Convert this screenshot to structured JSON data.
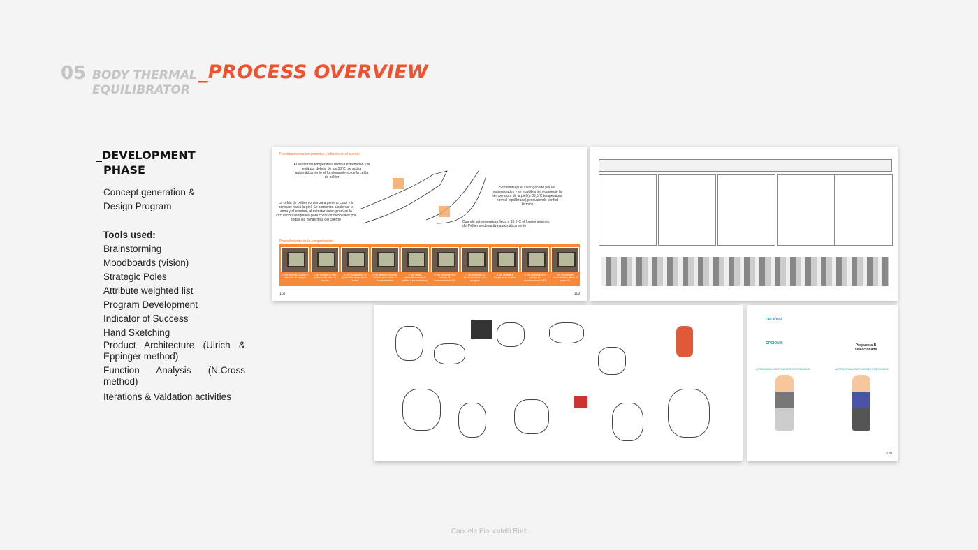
{
  "header": {
    "number": "05",
    "subtitle_line1": "BODY THERMAL",
    "subtitle_line2": "EQUILIBRATOR",
    "title": "_PROCESS OVERVIEW"
  },
  "sidebar": {
    "phase_line1": "_DEVELOPMENT",
    "phase_line2": "PHASE",
    "intro_line1": "Concept generation &",
    "intro_line2": "Design Program",
    "tools_heading": "Tools used:",
    "tools": [
      "Brainstorming",
      "Moodboards (vision)",
      "Strategic Poles",
      "Attribute weighted list",
      "Program Development",
      "Indicator of Success",
      "Hand Sketching",
      "Product Architecture (Ulrich & Eppinger method)",
      "Function Analysis (N.Cross method)",
      "Iterations & Valdation activities"
    ]
  },
  "page1": {
    "heading": "Funcionamiento del prototipo y efectos en el cuerpo",
    "note1": "El sensor de temperatura mide la extremidad y si está por debajo de los 33°C, se activa automáticamente el funcionamiento de la celda de peltier",
    "note2": "La celda de peltier comienza a generar calor y lo conduce hacia la piel. Se comienza a calentar la zona y el cerebro, al detectar calor, produce la circulación sanguínea para conducir dicho calor por todas las zonas frías del cuerpo",
    "note3": "Se distribuye el calor ganado por las extremidades y se equilibra térmicamente la temperatura de la piel (a 33,5°C temperatura normal equilibrada) produciendo confort térmico",
    "note4": "Cuando la temperatura llega a 33,5°C el funcionamiento del Peltier se desactiva automáticamente",
    "heading2": "Procedimiento de la comprobación",
    "steps": [
      "1- Se conecta el cable a la fuente de energía",
      "2- Se conecta el otro extremo del cable al circuito",
      "3- Se visualiza en la pantalla la temperatura inicial",
      "4- Se presiona el botón \"mode\" para iniciar el funcionamiento",
      "5- Se activa automáticamente el peltier (Led encendido)",
      "6- Se cronometra el tiempo de funcionamiento ON",
      "7- Se desactiva el funcionamiento - Led apagado",
      "8- Se obtiene la temperatura máxima",
      "9- Se cronometra el tiempo en funcionamiento OFF",
      "10- Se repite el procedimiento desde el paso n°1"
    ],
    "page_left": "118",
    "page_right": "119"
  },
  "page4": {
    "option_a": "OPCIÓN A",
    "option_b": "OPCIÓN B",
    "selected": "Propuesta B seleccionada",
    "alt1": "ALTERNATIVA COMPONENTES DISTRIBUIDOS",
    "alt2": "ALTERNATIVA COMPONENTES INTEGRADOS",
    "page": "120"
  },
  "footer": "Candela Piancatelli Ruiz"
}
